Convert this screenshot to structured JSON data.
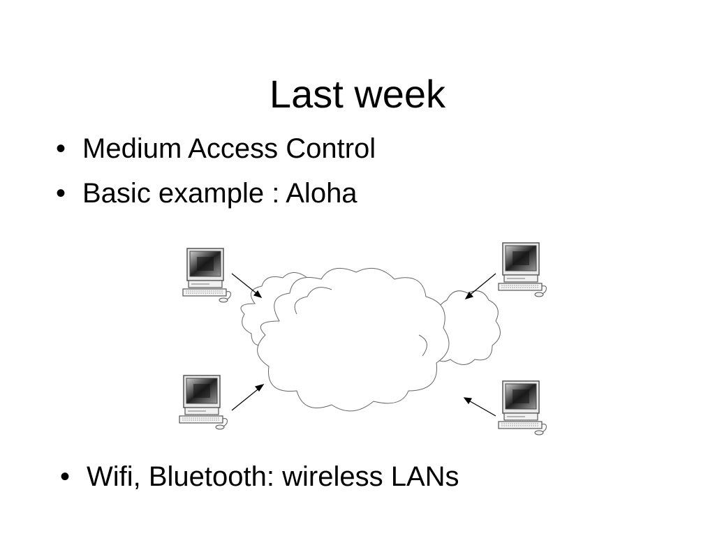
{
  "slide": {
    "title": "Last week",
    "bullets": [
      {
        "marker": "•",
        "text": "Medium Access Control"
      },
      {
        "marker": "•",
        "text": "Basic example : Aloha"
      }
    ],
    "bottom_bullets": [
      {
        "marker": "•",
        "text": "Wifi, Bluetooth: wireless LANs"
      }
    ]
  },
  "diagram": {
    "icons": [
      "computer-icon",
      "cloud-icon",
      "arrow-icon"
    ],
    "computer_count": 4
  }
}
